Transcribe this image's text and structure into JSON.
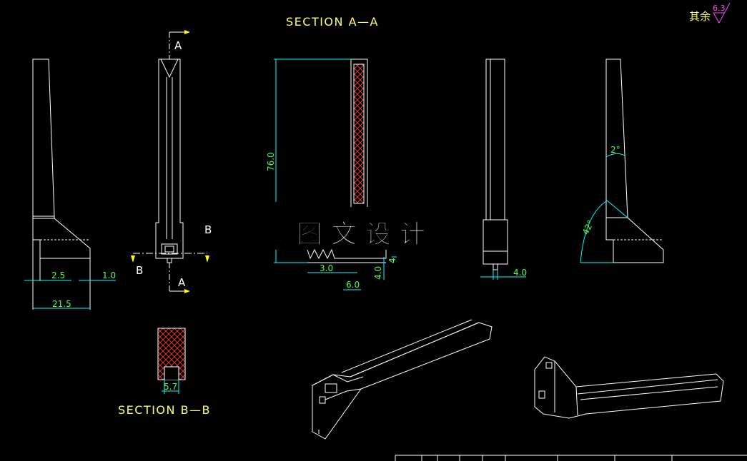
{
  "drawing": {
    "section_aa_title": "SECTION A—A",
    "section_bb_title": "SECTION B—B",
    "watermark": "图文设计",
    "surface_note": "其余",
    "surface_value": "6.3",
    "cut_labels": {
      "a_top": "A",
      "a_bottom": "A",
      "b_left": "B",
      "b_right": "B"
    },
    "dimensions": {
      "d_2_5": "2.5",
      "d_1_0": "1.0",
      "d_21_5": "21.5",
      "d_76_0": "76.0",
      "d_3_0": "3.0",
      "d_6_0": "6.0",
      "d_4_0_section": "4.0",
      "d_4_small": "4",
      "d_4_0_side": "4.0",
      "d_5_7": "5.7",
      "angle_2": "2°",
      "angle_42": "42°"
    }
  },
  "colors": {
    "background": "#000000",
    "outline": "#ffffff",
    "dimension_line": "#00ffff",
    "dimension_text": "#4dff4d",
    "title_text": "#ffff66",
    "section_hatch": "#ff4444",
    "roughness": "#ff44ff",
    "arrow": "#ffff00"
  }
}
